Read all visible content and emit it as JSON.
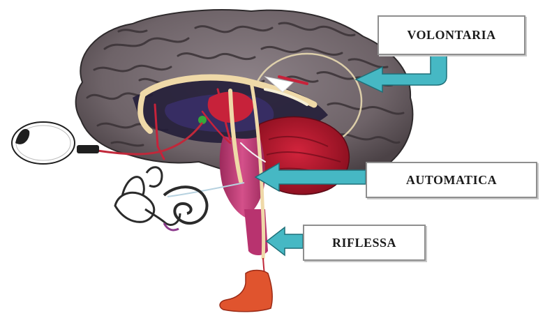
{
  "labels": {
    "volontaria": "VOLONTARIA",
    "automatica": "AUTOMATICA",
    "riflessa": "RIFLESSA"
  },
  "colors": {
    "cortex": "#6e6368",
    "cortex_dark": "#3e3639",
    "cerebellum": "#b5142c",
    "brainstem": "#c73e78",
    "arrow": "#46b8c4",
    "pathway": "#efd9a8",
    "foot": "#e0542e",
    "nerve": "#c0283a"
  },
  "icons": [
    "eye-icon",
    "inner-ear-icon",
    "foot-icon"
  ]
}
